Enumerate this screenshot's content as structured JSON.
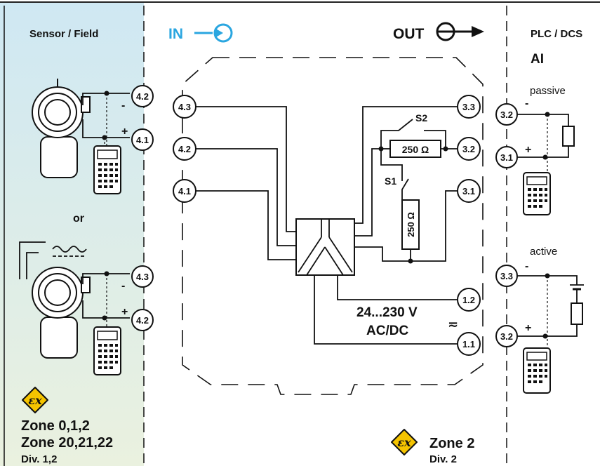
{
  "sections": {
    "sensor_field": "Sensor / Field",
    "in_label": "IN",
    "out_label": "OUT",
    "plc_dcs": "PLC / DCS",
    "ai": "AI",
    "or": "or",
    "passive": "passive",
    "active": "active"
  },
  "terminals": {
    "t42a": "4.2",
    "t41a": "4.1",
    "t43b": "4.3",
    "t42b": "4.2",
    "t43in": "4.3",
    "t42in": "4.2",
    "t41in": "4.1",
    "t33out": "3.3",
    "t32out": "3.2",
    "t31out": "3.1",
    "t12": "1.2",
    "t11": "1.1",
    "p32": "3.2",
    "p31": "3.1",
    "a33": "3.3",
    "a32": "3.2"
  },
  "components": {
    "s1": "S1",
    "s2": "S2",
    "r_horizontal": "250 Ω",
    "r_vertical": "250 Ω",
    "supply_voltage": "24...230 V",
    "supply_type": "AC/DC",
    "ac_dc_symbol": "≂"
  },
  "polarity": {
    "minus": "-",
    "plus": "+"
  },
  "hazard_zones": {
    "ex_symbol": "εx",
    "zone_left_1": "Zone 0,1,2",
    "zone_left_2": "Zone 20,21,22",
    "div_left": "Div. 1,2",
    "zone_right": "Zone 2",
    "div_right": "Div. 2"
  },
  "colors": {
    "accent_blue": "#2aa6e0",
    "field_bg_top": "#cfe8f3",
    "field_bg_bottom": "#eaf1e0",
    "hazard_yellow": "#f5c400"
  }
}
